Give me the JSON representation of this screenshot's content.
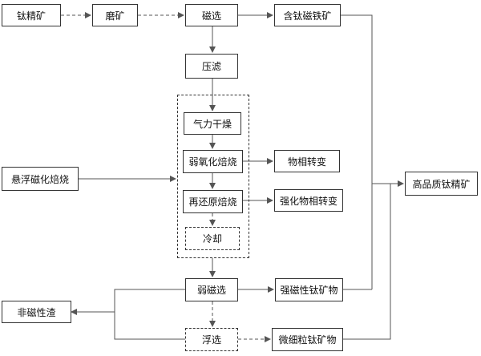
{
  "nodes": {
    "titanium_concentrate": "钛精矿",
    "grinding": "磨矿",
    "magnetic_separation": "磁选",
    "titanomagnetite": "含钛磁铁矿",
    "pressure_filtration": "压滤",
    "pneumatic_drying": "气力干燥",
    "suspension_roasting": "悬浮磁化焙烧",
    "weak_oxidation_roasting": "弱氧化焙烧",
    "phase_transformation": "物相转变",
    "re_reduction_roasting": "再还原焙烧",
    "enhanced_phase_transformation": "强化物相转变",
    "cooling": "冷却",
    "high_grade_concentrate": "高品质钛精矿",
    "weak_magnetic_separation": "弱磁选",
    "nonmagnetic_tailings": "非磁性渣",
    "strong_magnetic_ilmenite": "强磁性钛矿物",
    "flotation": "浮选",
    "fine_ilmenite": "微细粒钛矿物"
  },
  "colors": {
    "line": "#555555",
    "border": "#333333"
  }
}
